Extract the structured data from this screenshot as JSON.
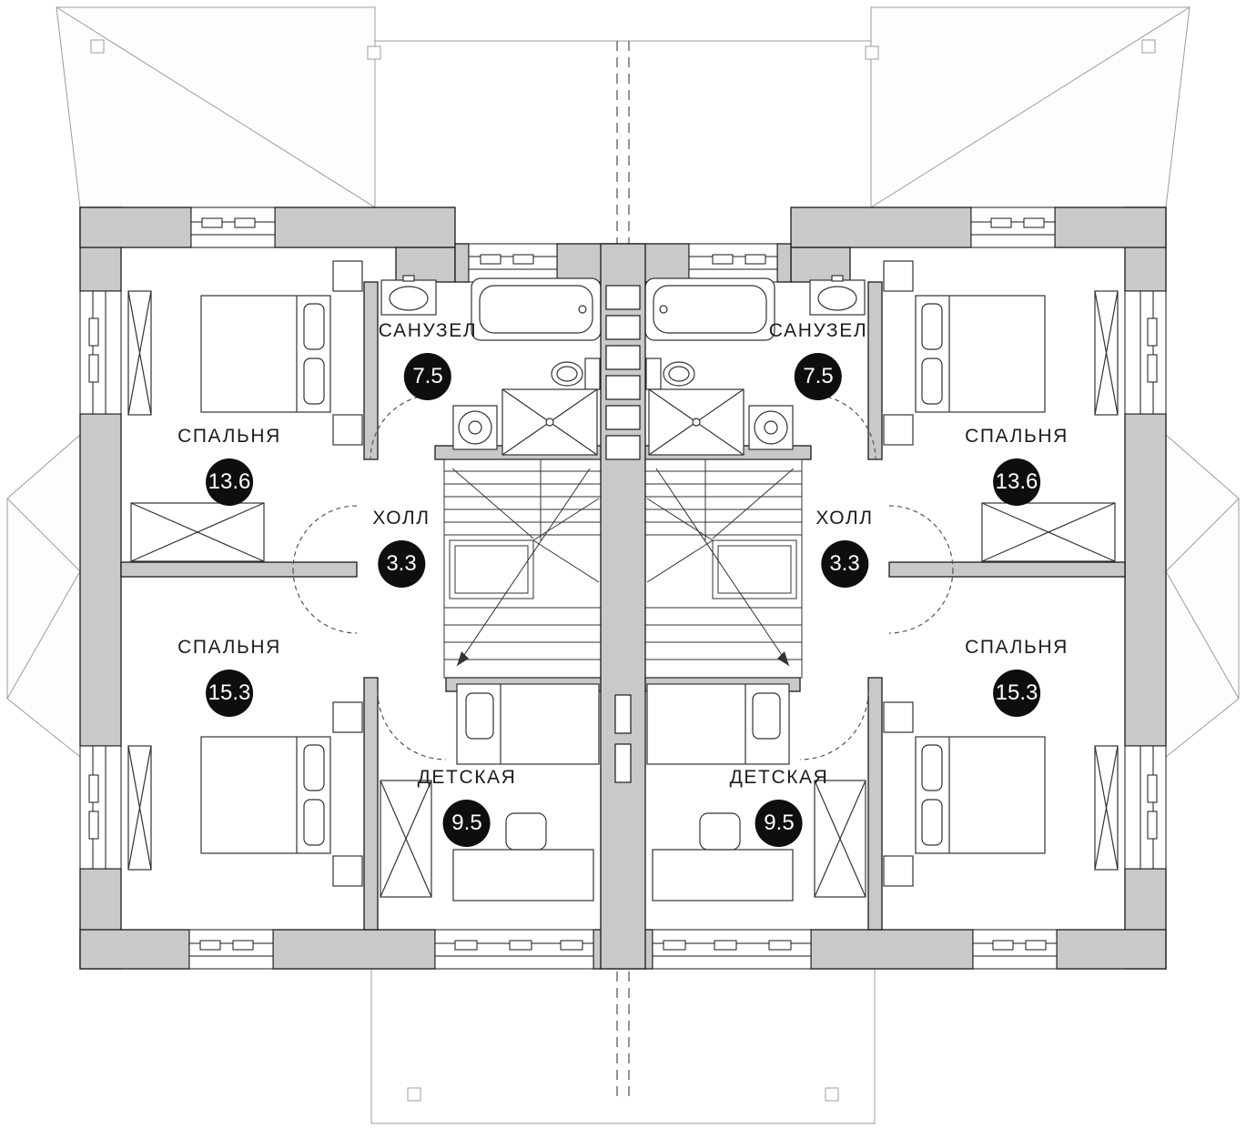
{
  "palette": {
    "wall_fill": "#c9c9c9",
    "wall_outline": "#1a1a1a",
    "roof_line": "#9c9c9c",
    "fixture_line": "#333333",
    "badge_background": "#0e0e0e",
    "badge_text": "#ffffff"
  },
  "units": {
    "left": {
      "bathroom": {
        "label": "САНУЗЕЛ",
        "area": "7.5"
      },
      "bedroom_top": {
        "label": "СПАЛЬНЯ",
        "area": "13.6"
      },
      "hall": {
        "label": "ХОЛЛ",
        "area": "3.3"
      },
      "bedroom_bottom": {
        "label": "СПАЛЬНЯ",
        "area": "15.3"
      },
      "kids_room": {
        "label": "ДЕТСКАЯ",
        "area": "9.5"
      }
    },
    "right": {
      "bathroom": {
        "label": "САНУЗЕЛ",
        "area": "7.5"
      },
      "bedroom_top": {
        "label": "СПАЛЬНЯ",
        "area": "13.6"
      },
      "hall": {
        "label": "ХОЛЛ",
        "area": "3.3"
      },
      "bedroom_bottom": {
        "label": "СПАЛЬНЯ",
        "area": "15.3"
      },
      "kids_room": {
        "label": "ДЕТСКАЯ",
        "area": "9.5"
      }
    }
  }
}
